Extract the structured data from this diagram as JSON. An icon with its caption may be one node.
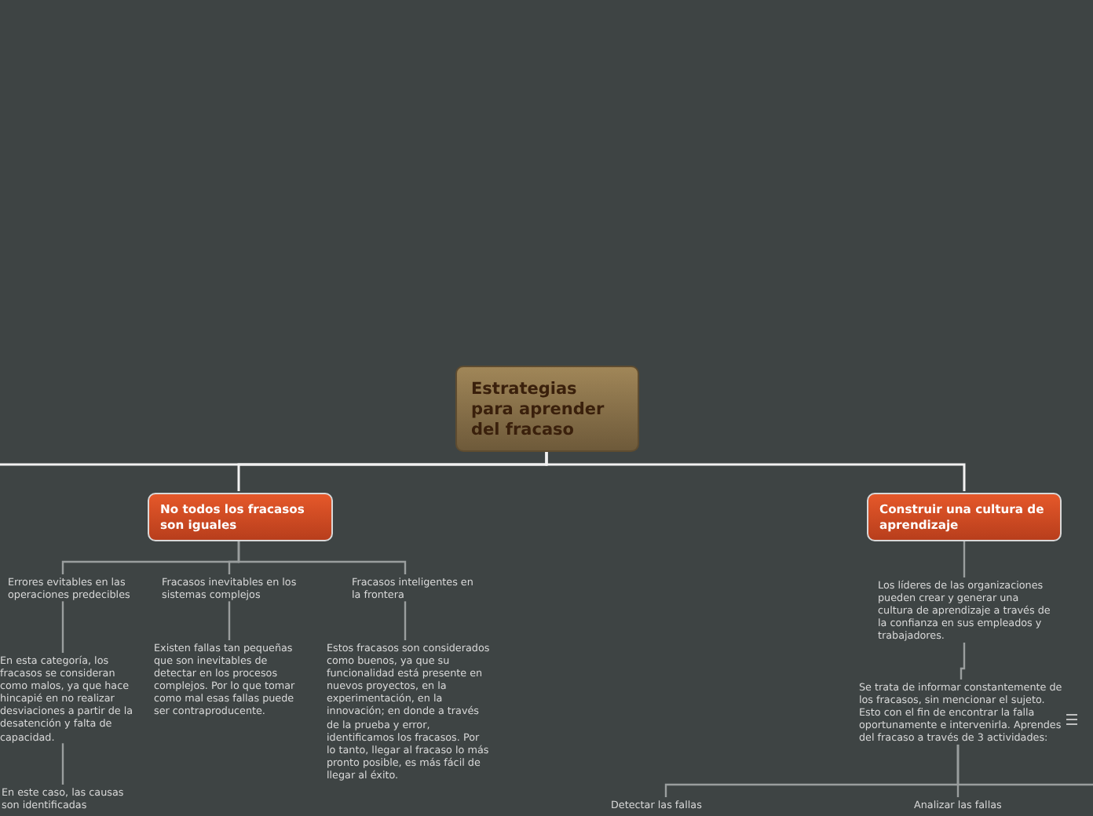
{
  "diagram": {
    "nodes": [
      {
        "text": [
          "Estrategias para aprender del fracaso"
        ]
      },
      {
        "text": [
          "No todos los fracasos son iguales"
        ]
      },
      {
        "text": [
          "Construir una cultura de aprendizaje"
        ]
      },
      {
        "text": [
          "Errores evitables en las operaciones predecibles"
        ]
      },
      {
        "text": [
          "Fracasos inevitables en los sistemas complejos"
        ]
      },
      {
        "text": [
          "Fracasos inteligentes en la frontera"
        ]
      },
      {
        "text": [
          "En esta categoría, los fracasos se consideran como malos, ya que hace hincapié en no realizar desviaciones a partir de la desatención y falta de capacidad."
        ]
      },
      {
        "text": [
          "En este caso, las causas son identificadas"
        ]
      },
      {
        "text": [
          "Existen fallas tan pequeñas que son inevitables de detectar en los procesos complejos. Por lo que tomar como mal esas fallas puede ser contraproducente."
        ]
      },
      {
        "text": [
          "Estos fracasos son considerados como buenos, ya que su funcionalidad está presente en nuevos proyectos, en la experimentación, en la innovación; en donde a través de la prueba y error, identificamos los fracasos. Por lo tanto, llegar al fracaso lo más pronto posible, es más fácil de llegar al éxito."
        ]
      },
      {
        "text": [
          "Los líderes de las organizaciones pueden crear y generar una cultura de aprendizaje a través de la confianza en sus empleados y trabajadores."
        ]
      },
      {
        "text": [
          "Se trata de informar constantemente de los fracasos, sin mencionar el sujeto. Esto con el fin de encontrar la falla oportunamente e intervenirla. Aprendes del fracaso a través de 3 actividades:"
        ]
      },
      {
        "text": [
          "Detectar las fallas"
        ]
      },
      {
        "text": [
          "Analizar las fallas"
        ]
      }
    ],
    "edges": [
      {
        "from": 0,
        "to": 1,
        "arrow": "none"
      },
      {
        "from": 0,
        "to": 2,
        "arrow": "none"
      },
      {
        "from": 0,
        "to": null,
        "arrow": "none"
      },
      {
        "from": 1,
        "to": 3,
        "arrow": "none"
      },
      {
        "from": 1,
        "to": 4,
        "arrow": "none"
      },
      {
        "from": 1,
        "to": 5,
        "arrow": "none"
      },
      {
        "from": 3,
        "to": 6,
        "arrow": "none"
      },
      {
        "from": 6,
        "to": 7,
        "arrow": "none"
      },
      {
        "from": 4,
        "to": 8,
        "arrow": "none"
      },
      {
        "from": 5,
        "to": 9,
        "arrow": "none"
      },
      {
        "from": 2,
        "to": 10,
        "arrow": "none"
      },
      {
        "from": 10,
        "to": 11,
        "arrow": "none"
      },
      {
        "from": 11,
        "to": 12,
        "arrow": "none"
      },
      {
        "from": 11,
        "to": 13,
        "arrow": "none"
      },
      {
        "from": 11,
        "to": null,
        "arrow": "none"
      }
    ]
  }
}
